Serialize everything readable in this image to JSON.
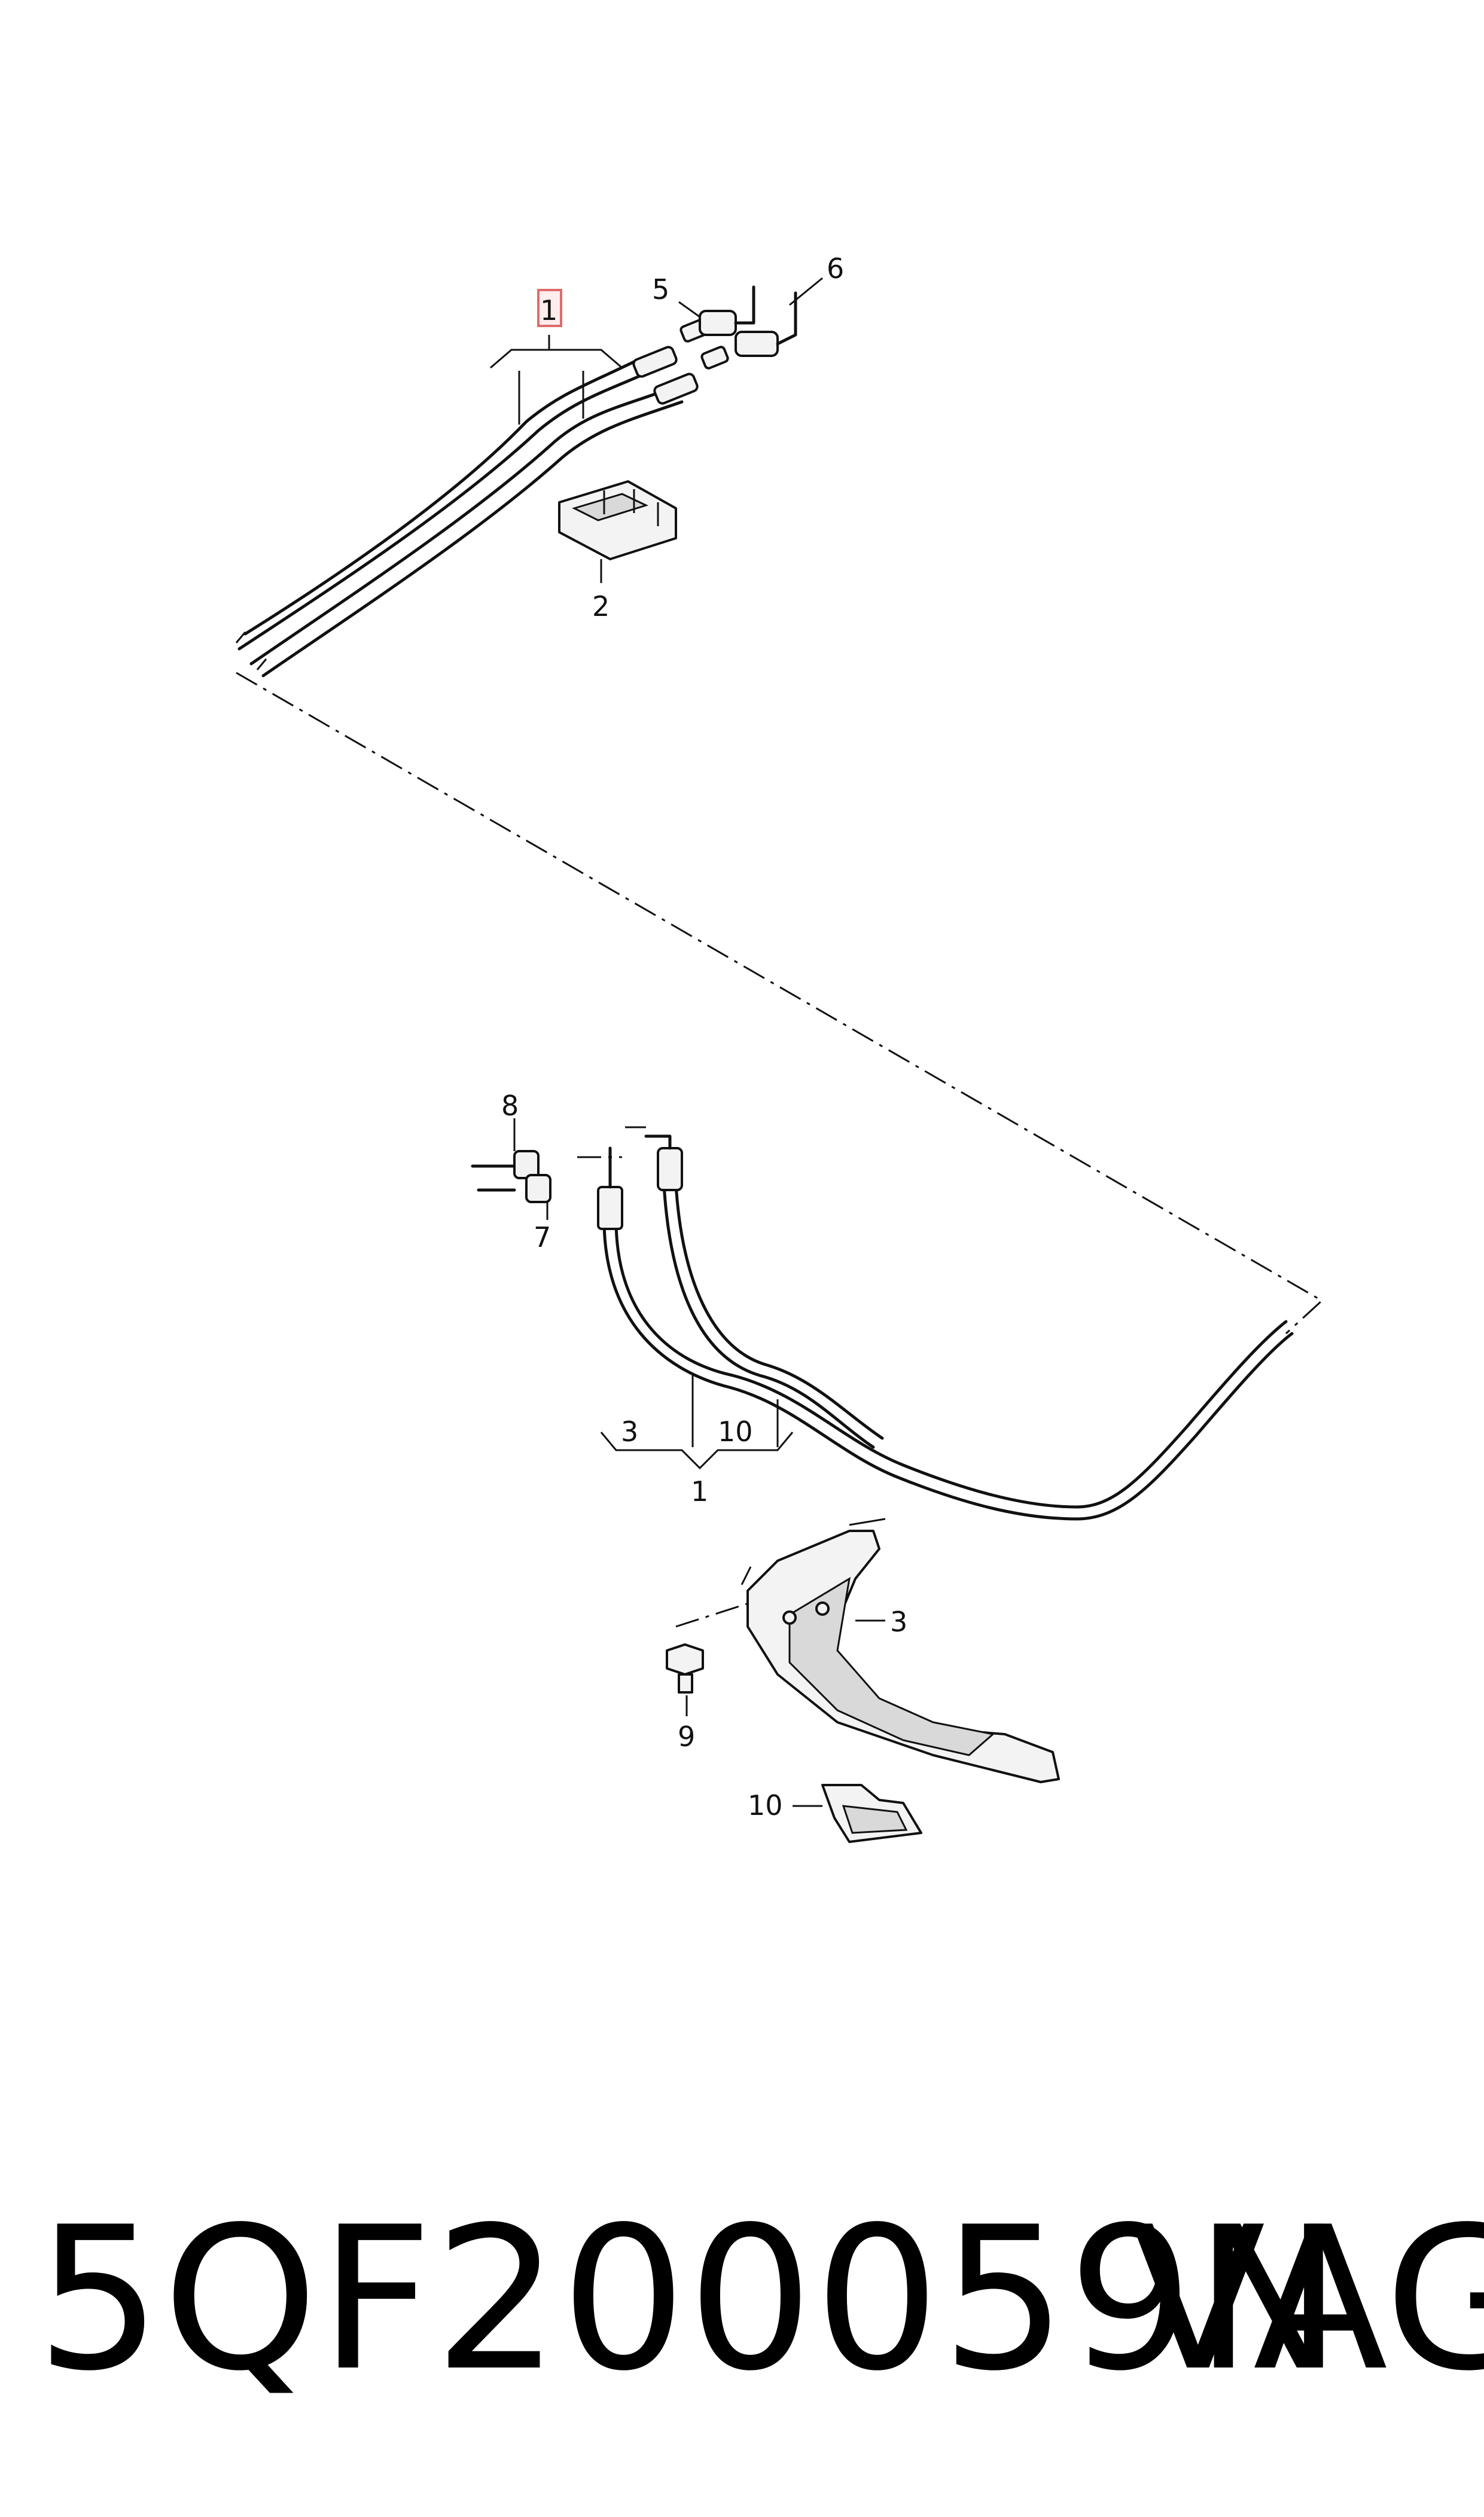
{
  "callouts": {
    "c1_top": "1",
    "c2": "2",
    "c5": "5",
    "c6": "6",
    "c8": "8",
    "c7": "7",
    "c3_bracket": "3",
    "c10_bracket": "10",
    "c1_bottom": "1",
    "c3_part": "3",
    "c9": "9",
    "c10_part": "10"
  },
  "footer": {
    "part_number": "5QF200059N",
    "brand": "VAG"
  },
  "colors": {
    "highlight_box": "#e06a6a",
    "line": "#111111"
  }
}
